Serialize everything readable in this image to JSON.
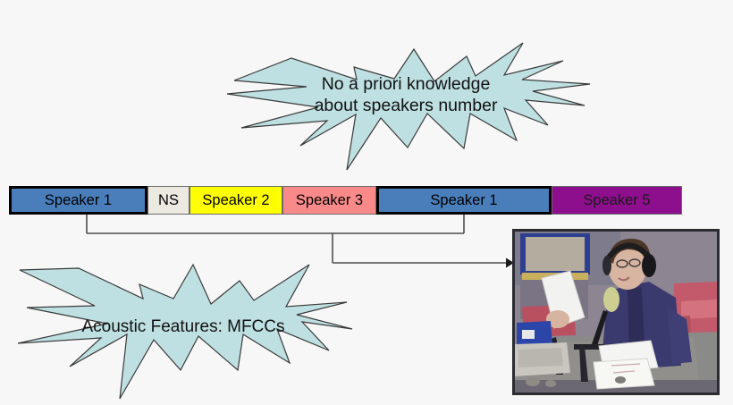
{
  "figure": {
    "background_color": "#f7f7f7",
    "callouts": [
      {
        "name": "no-prior-knowledge-callout",
        "line1": "No a priori knowledge",
        "line2": "about speakers number",
        "fill_color": "#bfe0e2",
        "stroke_color": "#3a3a3a"
      },
      {
        "name": "acoustic-features-callout",
        "line1": "Acoustic Features: MFCCs",
        "line2": "",
        "fill_color": "#bfe0e2",
        "stroke_color": "#3a3a3a"
      }
    ],
    "timeline": {
      "name": "speaker-segmentation-timeline",
      "segments": [
        {
          "label": "Speaker 1",
          "color": "#4a7ebb",
          "text_color": "#000000",
          "width": 155,
          "border": "thick"
        },
        {
          "label": "NS",
          "color": "#ece9e0",
          "text_color": "#000000",
          "width": 47,
          "border": "thin"
        },
        {
          "label": "Speaker 2",
          "color": "#ffff00",
          "text_color": "#000000",
          "width": 104,
          "border": "thin"
        },
        {
          "label": "Speaker 3",
          "color": "#fa8a8a",
          "text_color": "#000000",
          "width": 105,
          "border": "thin"
        },
        {
          "label": "Speaker 1",
          "color": "#4a7ebb",
          "text_color": "#000000",
          "width": 196,
          "border": "thick"
        },
        {
          "label": "Speaker 5",
          "color": "#8e0f8e",
          "text_color": "#1a1a1a",
          "width": 146,
          "border": "thin"
        }
      ]
    },
    "photo": {
      "name": "radio-studio-photo",
      "alt": "speaker reading a script in a radio studio wearing headphones at a microphone",
      "border_color": "#2b2b33"
    },
    "connectors": {
      "name": "segment-to-photo-connector",
      "stroke_color": "#4d4d4d",
      "arrow_target": "radio-studio-photo"
    }
  }
}
